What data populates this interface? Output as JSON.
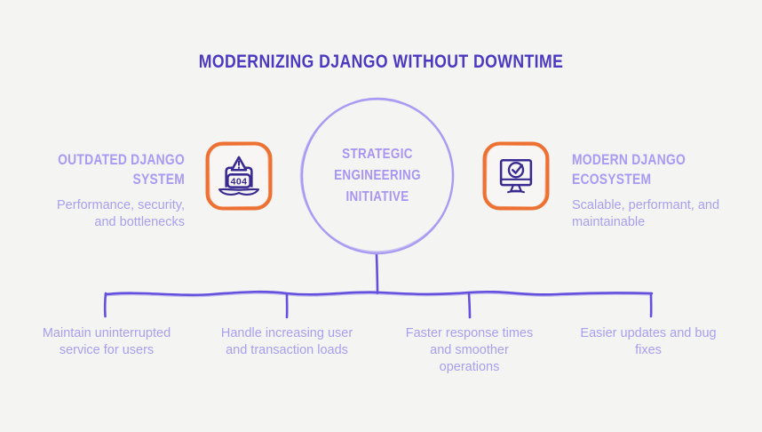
{
  "title": "MODERNIZING DJANGO WITHOUT DOWNTIME",
  "center": {
    "label": "STRATEGIC ENGINEERING INITIATIVE"
  },
  "left": {
    "heading": "OUTDATED DJANGO SYSTEM",
    "description": "Performance, security, and bottlenecks",
    "icon": "laptop-404-error-icon",
    "icon_label": "404"
  },
  "right": {
    "heading": "MODERN DJANGO ECOSYSTEM",
    "description": "Scalable, performant, and maintainable",
    "icon": "monitor-check-icon"
  },
  "benefits": [
    {
      "label": "Maintain uninterrupted service for users"
    },
    {
      "label": "Handle increasing user and transaction loads"
    },
    {
      "label": "Faster response times and smoother operations"
    },
    {
      "label": "Easier updates and bug fixes"
    }
  ],
  "colors": {
    "background": "#f4f4f2",
    "title_text": "#4b39c1",
    "heading_text": "#a99af4",
    "body_text": "#a79ff0",
    "accent_orange": "#ed7133",
    "icon_ink": "#382a90",
    "connector_purple": "#6450dd",
    "circle_outline": "#a99bf2"
  }
}
